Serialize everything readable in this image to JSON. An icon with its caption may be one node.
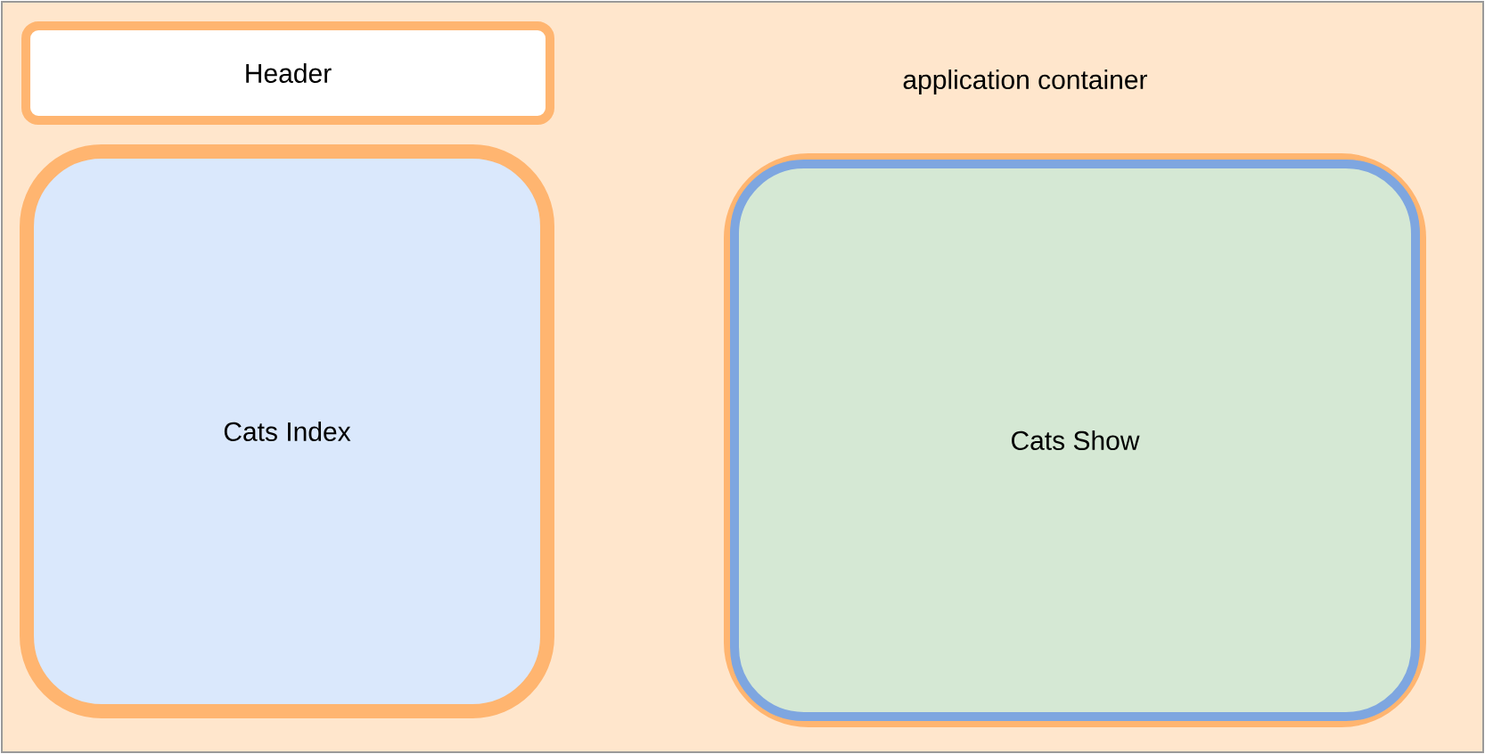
{
  "diagram": {
    "nodes": [
      {
        "text": [
          "application container"
        ]
      },
      {
        "text": [
          "Header"
        ],
        "in": 0
      },
      {
        "text": [
          "Cats Index"
        ],
        "in": 0
      },
      {
        "text": [
          "Cats Show"
        ],
        "in": 0
      }
    ]
  }
}
